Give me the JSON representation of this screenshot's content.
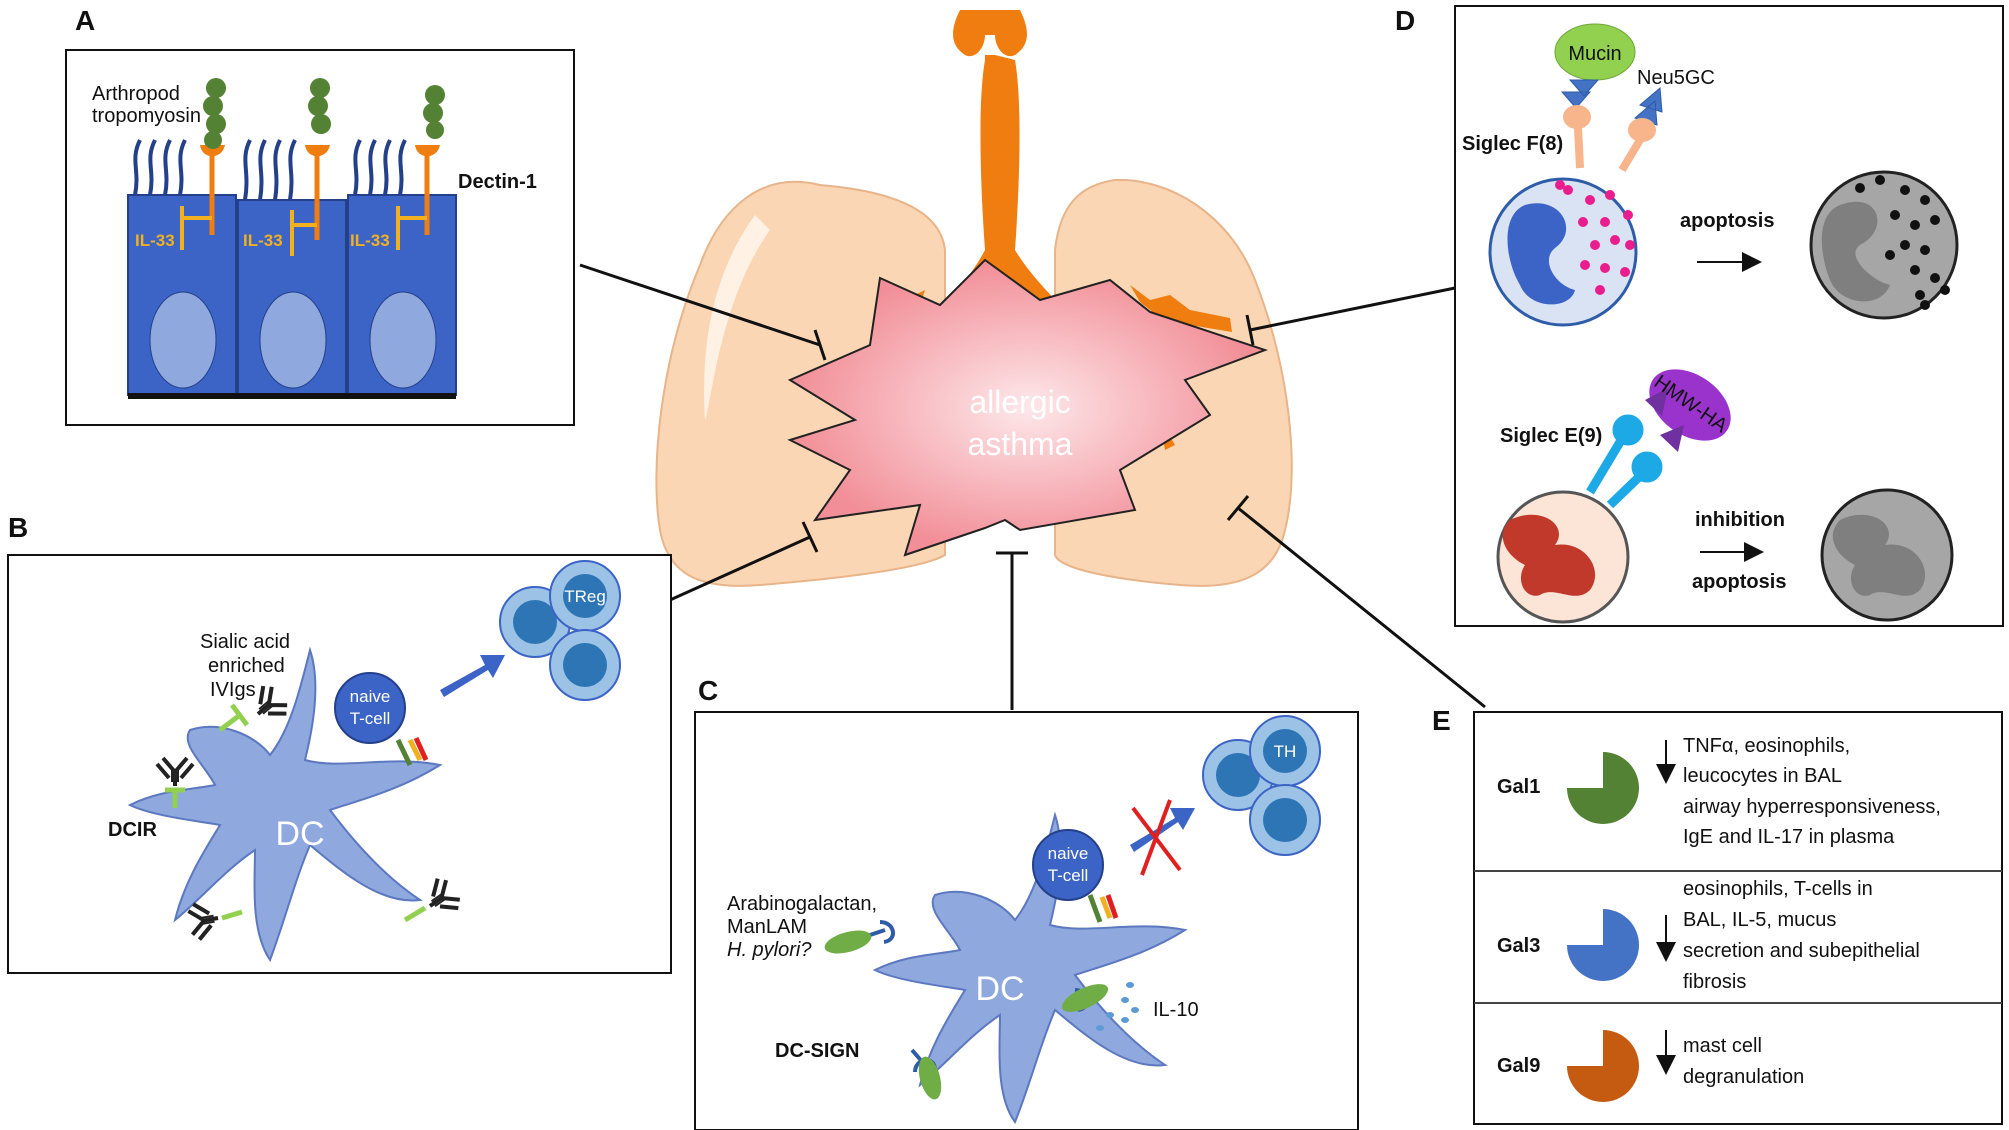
{
  "center": {
    "line1": "allergic",
    "line2": "asthma"
  },
  "panels": {
    "a": {
      "letter": "A",
      "arthropod_line1": "Arthropod",
      "arthropod_line2": "tropomyosin",
      "receptor": "Dectin-1",
      "il33": "IL-33"
    },
    "b": {
      "letter": "B",
      "ivig_line1": "Sialic acid",
      "ivig_line2": "enriched",
      "ivig_line3": "IVIgs",
      "naive_line1": "naive",
      "naive_line2": "T-cell",
      "treg": "TReg",
      "receptor": "DCIR",
      "dc": "DC"
    },
    "c": {
      "letter": "C",
      "ligand_line1": "Arabinogalactan,",
      "ligand_line2": "ManLAM",
      "ligand_line3": "H. pylori?",
      "naive_line1": "naive",
      "naive_line2": "T-cell",
      "th": "TH",
      "dc": "DC",
      "il10": "IL-10",
      "receptor": "DC-SIGN"
    },
    "d": {
      "letter": "D",
      "mucin": "Mucin",
      "neu5gc": "Neu5GC",
      "siglec_f": "Siglec F(8)",
      "apoptosis": "apoptosis",
      "hmw_ha": "HMW-HA",
      "siglec_e": "Siglec E(9)",
      "inhibition": "inhibition",
      "apoptosis2": "apoptosis"
    },
    "e": {
      "letter": "E",
      "rows": [
        {
          "name": "Gal1",
          "line1": "TNFα, eosinophils,",
          "line2": "leucocytes in BAL",
          "line3": "airway hyperresponsiveness,",
          "line4": "IgE and IL-17 in plasma"
        },
        {
          "name": "Gal3",
          "line1": "eosinophils, T-cells in",
          "line2": "BAL, IL-5, mucus",
          "line3": "secretion and subepithelial",
          "line4": "fibrosis"
        },
        {
          "name": "Gal9",
          "line1": "mast cell",
          "line2": "degranulation"
        }
      ]
    }
  },
  "colors": {
    "lung": "#FAD6B4",
    "trachea": "#F07D0F",
    "star_center": "#F28E97",
    "dc": "#8FA8DE",
    "epithelium": "#3B64C6",
    "gal1": "#548235",
    "gal3": "#4472C4",
    "gal9": "#C55A11"
  }
}
